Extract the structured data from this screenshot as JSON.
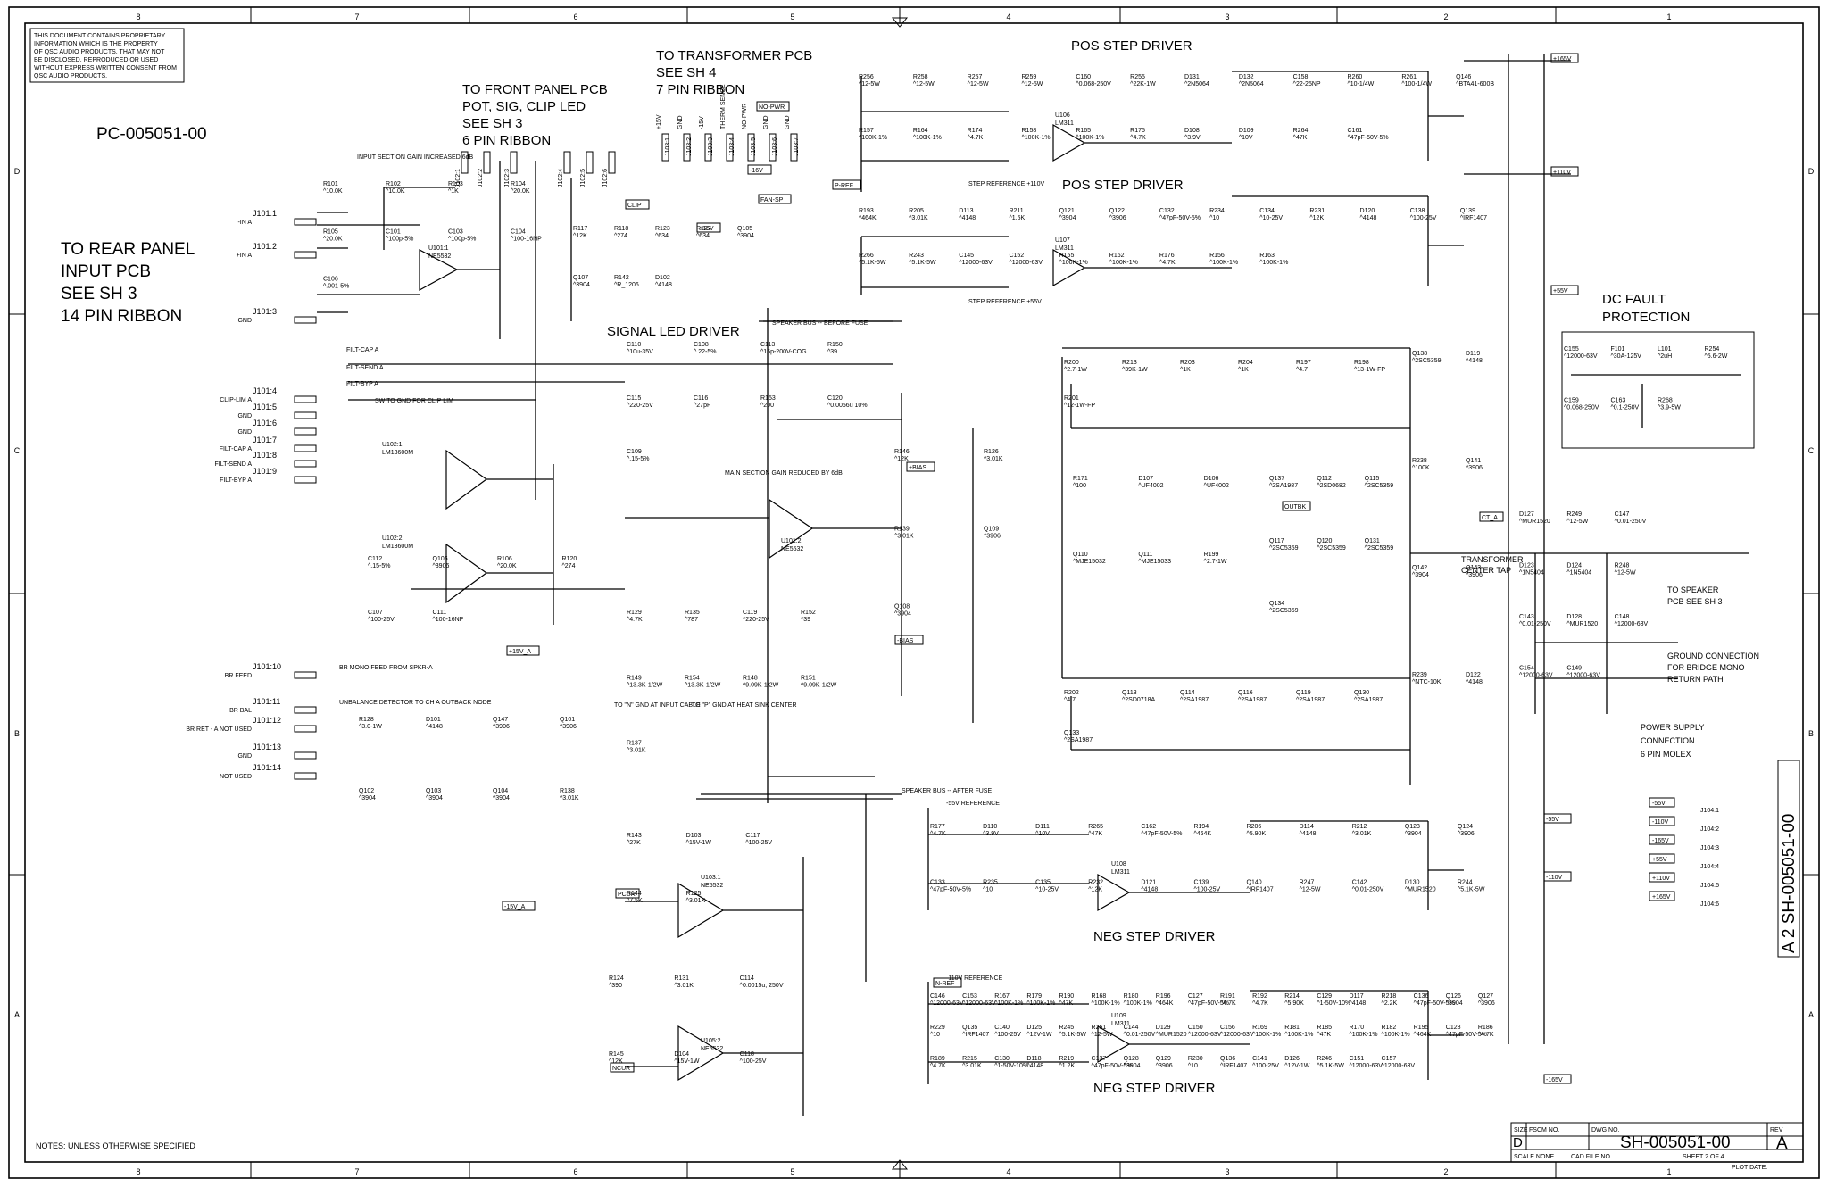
{
  "border": {
    "columns_top": [
      "8",
      "7",
      "6",
      "5",
      "4",
      "3",
      "2",
      "1"
    ],
    "rows_side": [
      "D",
      "C",
      "B",
      "A"
    ]
  },
  "notice": [
    "THIS DOCUMENT CONTAINS PROPRIETARY",
    "INFORMATION WHICH IS THE PROPERTY",
    "OF QSC AUDIO PRODUCTS, THAT MAY NOT",
    "BE DISCLOSED, REPRODUCED OR USED",
    "WITHOUT EXPRESS WRITTEN CONSENT FROM",
    "QSC AUDIO PRODUCTS."
  ],
  "part_number": "PC-005051-00",
  "section_titles": {
    "rear_panel": [
      "TO REAR PANEL",
      "INPUT PCB",
      "SEE SH 3",
      "14 PIN RIBBON"
    ],
    "front_panel": [
      "TO FRONT PANEL PCB",
      "POT, SIG, CLIP LED",
      "SEE SH 3",
      "6 PIN RIBBON"
    ],
    "transformer": [
      "TO TRANSFORMER PCB",
      "SEE SH 4",
      "7 PIN RIBBON"
    ],
    "signal_led": "SIGNAL LED DRIVER",
    "pos_step_1": "POS STEP DRIVER",
    "pos_step_2": "POS STEP DRIVER",
    "neg_step_1": "NEG STEP DRIVER",
    "neg_step_2": "NEG STEP DRIVER",
    "dc_fault": [
      "DC FAULT",
      "PROTECTION"
    ],
    "speaker": [
      "TO SPEAKER",
      "PCB SEE SH 3"
    ],
    "ground": [
      "GROUND CONNECTION",
      "FOR BRIDGE MONO",
      "RETURN PATH"
    ],
    "power_supply": [
      "POWER SUPPLY",
      "CONNECTION",
      "6 PIN MOLEX"
    ],
    "transformer_tap": [
      "TRANSFORMER",
      "CENTER TAP"
    ]
  },
  "rear_connector_pins": [
    {
      "pin": "J101:1",
      "net": "-IN A"
    },
    {
      "pin": "J101:2",
      "net": "+IN A"
    },
    {
      "pin": "J101:3",
      "net": "GND"
    },
    {
      "pin": "J101:4",
      "net": "CLIP-LIM A"
    },
    {
      "pin": "J101:5",
      "net": "GND"
    },
    {
      "pin": "J101:6",
      "net": "GND"
    },
    {
      "pin": "J101:7",
      "net": "FILT-CAP A"
    },
    {
      "pin": "J101:8",
      "net": "FILT-SEND A"
    },
    {
      "pin": "J101:9",
      "net": "FILT-BYP A"
    },
    {
      "pin": "J101:10",
      "net": "BR FEED"
    },
    {
      "pin": "J101:11",
      "net": "BR BAL"
    },
    {
      "pin": "J101:12",
      "net": "BR RET - A NOT USED"
    },
    {
      "pin": "J101:13",
      "net": "GND"
    },
    {
      "pin": "J101:14",
      "net": "NOT USED"
    }
  ],
  "front_connector_pins": [
    "J102:1",
    "J102:2",
    "J102:3",
    "J102:4",
    "J102:5",
    "J102:6"
  ],
  "transformer_pins": [
    {
      "pin": "J103:1",
      "net": "+15V"
    },
    {
      "pin": "J103:2",
      "net": "GND"
    },
    {
      "pin": "J103:3",
      "net": "-15V"
    },
    {
      "pin": "J103:4",
      "net": "THERM SENSE"
    },
    {
      "pin": "J103:5",
      "net": "NO-PWR"
    },
    {
      "pin": "J103:6",
      "net": "GND"
    },
    {
      "pin": "J103:7",
      "net": "GND"
    }
  ],
  "power_pins": [
    {
      "pin": "J104:1",
      "net": "-55V"
    },
    {
      "pin": "J104:2",
      "net": "-110V"
    },
    {
      "pin": "J104:3",
      "net": "-165V"
    },
    {
      "pin": "J104:4",
      "net": "+55V"
    },
    {
      "pin": "J104:5",
      "net": "+110V"
    },
    {
      "pin": "J104:6",
      "net": "+165V"
    }
  ],
  "wire_labels": {
    "filt_cap": "FILT-CAP A",
    "filt_send": "FILT-SEND A",
    "filt_byp": "FILT-BYP A",
    "sw_gnd": "SW TO GND FOR CLIP LIM",
    "br_mono": "BR MONO FEED FROM SPKR-A",
    "unbalance": "UNBALANCE DETECTOR TO CH A OUTBACK NODE",
    "input_gain": "INPUT SECTION GAIN INCREASED 6dB",
    "main_gain": "MAIN SECTION GAIN REDUCED BY 6dB",
    "spk_before": "SPEAKER BUS -- BEFORE FUSE",
    "spk_after": "SPEAKER BUS -- AFTER FUSE",
    "step_ref_110": "STEP REFERENCE +110V",
    "step_ref_55": "STEP REFERENCE +55V",
    "ref_m55": "-55V REFERENCE",
    "ref_m110": "-110V REFERENCE",
    "n_gnd": "TO \"N\" GND AT INPUT CABLE",
    "p_gnd": "TO \"P\" GND AT HEAT SINK CENTER"
  },
  "rails": [
    "+165V",
    "+110V",
    "+55V",
    "-55V",
    "-110V",
    "-165V"
  ],
  "flags": [
    "P-REF",
    "N-REF",
    "PCUR",
    "NCUR",
    "CLIP",
    "FAN-SP",
    "NO-PWR",
    "+BIAS",
    "-BIAS",
    "OUTBK",
    "CT_A",
    "+15V_A",
    "-15V_A",
    "+16V",
    "-16V"
  ],
  "ics": [
    {
      "ref": "U101:1",
      "part": "NE5532"
    },
    {
      "ref": "U101:2",
      "part": "NE5532"
    },
    {
      "ref": "U102:1",
      "part": "LM13600M"
    },
    {
      "ref": "U102:2",
      "part": "LM13600M"
    },
    {
      "ref": "U103:1",
      "part": "NE5532"
    },
    {
      "ref": "U105:2",
      "part": "NE5532"
    },
    {
      "ref": "U106",
      "part": "LM311"
    },
    {
      "ref": "U107",
      "part": "LM311"
    },
    {
      "ref": "U108",
      "part": "LM311"
    },
    {
      "ref": "U109",
      "part": "LM311"
    }
  ],
  "components": [
    {
      "ref": "R101",
      "val": "10.0K"
    },
    {
      "ref": "R102",
      "val": "10.0K"
    },
    {
      "ref": "R103",
      "val": "1K"
    },
    {
      "ref": "R104",
      "val": "20.0K"
    },
    {
      "ref": "R105",
      "val": "20.0K"
    },
    {
      "ref": "C101",
      "val": "100p-5%"
    },
    {
      "ref": "C103",
      "val": "100p-5%"
    },
    {
      "ref": "C104",
      "val": "100-16NP"
    },
    {
      "ref": "C106",
      "val": ".001-5%"
    },
    {
      "ref": "R117",
      "val": "12K"
    },
    {
      "ref": "R118",
      "val": "274"
    },
    {
      "ref": "R123",
      "val": "634"
    },
    {
      "ref": "R127",
      "val": "634"
    },
    {
      "ref": "Q105",
      "val": "3904"
    },
    {
      "ref": "Q107",
      "val": "3904"
    },
    {
      "ref": "R142",
      "val": "R_1206"
    },
    {
      "ref": "D102",
      "val": "4148"
    },
    {
      "ref": "C110",
      "val": "10u-35V"
    },
    {
      "ref": "C108",
      "val": ".22-5%"
    },
    {
      "ref": "C113",
      "val": "15p-200V-COG"
    },
    {
      "ref": "R150",
      "val": "39"
    },
    {
      "ref": "C115",
      "val": "220-25V"
    },
    {
      "ref": "C116",
      "val": "27pF"
    },
    {
      "ref": "R153",
      "val": "200"
    },
    {
      "ref": "C120",
      "val": "0.0056u 10%"
    },
    {
      "ref": "C109",
      "val": ".15-5%"
    },
    {
      "ref": "C112",
      "val": ".15-5%"
    },
    {
      "ref": "Q106",
      "val": "3906"
    },
    {
      "ref": "R106",
      "val": "20.0K"
    },
    {
      "ref": "R120",
      "val": "274"
    },
    {
      "ref": "C107",
      "val": "100-25V"
    },
    {
      "ref": "C111",
      "val": "100-16NP"
    },
    {
      "ref": "R129",
      "val": "4.7K"
    },
    {
      "ref": "R135",
      "val": "787"
    },
    {
      "ref": "C119",
      "val": "220-25V"
    },
    {
      "ref": "R152",
      "val": "39"
    },
    {
      "ref": "R149",
      "val": "13.3K-1/2W"
    },
    {
      "ref": "R154",
      "val": "13.3K-1/2W"
    },
    {
      "ref": "R148",
      "val": "9.09K-1/2W"
    },
    {
      "ref": "R151",
      "val": "9.09K-1/2W"
    },
    {
      "ref": "R137",
      "val": "3.01K"
    },
    {
      "ref": "R128",
      "val": "3.0-1W"
    },
    {
      "ref": "D101",
      "val": "4148"
    },
    {
      "ref": "Q147",
      "val": "3906"
    },
    {
      "ref": "Q101",
      "val": "3906"
    },
    {
      "ref": "Q102",
      "val": "3904"
    },
    {
      "ref": "Q103",
      "val": "3904"
    },
    {
      "ref": "Q104",
      "val": "3904"
    },
    {
      "ref": "R138",
      "val": "3.01K"
    },
    {
      "ref": "R143",
      "val": "27K"
    },
    {
      "ref": "D103",
      "val": "15V-1W"
    },
    {
      "ref": "C117",
      "val": "100-25V"
    },
    {
      "ref": "R144",
      "val": "7.5K"
    },
    {
      "ref": "R125",
      "val": "3.01K"
    },
    {
      "ref": "R124",
      "val": "390"
    },
    {
      "ref": "R131",
      "val": "3.01K"
    },
    {
      "ref": "C114",
      "val": "0.0015u, 250V"
    },
    {
      "ref": "R145",
      "val": "12K"
    },
    {
      "ref": "D104",
      "val": "15V-1W"
    },
    {
      "ref": "C118",
      "val": "100-25V"
    },
    {
      "ref": "R146",
      "val": "12K"
    },
    {
      "ref": "R126",
      "val": "3.01K"
    },
    {
      "ref": "R139",
      "val": "3.01K"
    },
    {
      "ref": "Q109",
      "val": "3906"
    },
    {
      "ref": "Q108",
      "val": "3904"
    },
    {
      "ref": "R171",
      "val": "100"
    },
    {
      "ref": "D107",
      "val": "UF4002"
    },
    {
      "ref": "D106",
      "val": "UF4002"
    },
    {
      "ref": "Q110",
      "val": "MJE15032"
    },
    {
      "ref": "Q111",
      "val": "MJE15033"
    },
    {
      "ref": "R199",
      "val": "2.7-1W"
    },
    {
      "ref": "R200",
      "val": "2.7-1W"
    },
    {
      "ref": "R213",
      "val": "39K-1W"
    },
    {
      "ref": "R203",
      "val": "1K"
    },
    {
      "ref": "R204",
      "val": "1K"
    },
    {
      "ref": "R197",
      "val": "4.7"
    },
    {
      "ref": "R198",
      "val": "13-1W-FP"
    },
    {
      "ref": "R201",
      "val": "12-1W-FP"
    },
    {
      "ref": "R202",
      "val": "4.7"
    },
    {
      "ref": "Q113",
      "val": "2SD0718A"
    },
    {
      "ref": "Q114",
      "val": "2SA1987"
    },
    {
      "ref": "Q116",
      "val": "2SA1987"
    },
    {
      "ref": "Q119",
      "val": "2SA1987"
    },
    {
      "ref": "Q130",
      "val": "2SA1987"
    },
    {
      "ref": "Q133",
      "val": "2SA1987"
    },
    {
      "ref": "Q137",
      "val": "2SA1987"
    },
    {
      "ref": "Q112",
      "val": "2SD0682"
    },
    {
      "ref": "Q115",
      "val": "2SC5359"
    },
    {
      "ref": "Q117",
      "val": "2SC5359"
    },
    {
      "ref": "Q120",
      "val": "2SC5359"
    },
    {
      "ref": "Q131",
      "val": "2SC5359"
    },
    {
      "ref": "Q134",
      "val": "2SC5359"
    },
    {
      "ref": "Q138",
      "val": "2SC5359"
    },
    {
      "ref": "D119",
      "val": "4148"
    },
    {
      "ref": "R238",
      "val": "100K"
    },
    {
      "ref": "Q141",
      "val": "3906"
    },
    {
      "ref": "Q142",
      "val": "3904"
    },
    {
      "ref": "Q143",
      "val": "3906"
    },
    {
      "ref": "R239",
      "val": "NTC-10K"
    },
    {
      "ref": "D122",
      "val": "4148"
    },
    {
      "ref": "D127",
      "val": "MUR1520"
    },
    {
      "ref": "R249",
      "val": "12-5W"
    },
    {
      "ref": "C147",
      "val": "0.01-250V"
    },
    {
      "ref": "D123",
      "val": "1N5404"
    },
    {
      "ref": "D124",
      "val": "1N5404"
    },
    {
      "ref": "R248",
      "val": "12-5W"
    },
    {
      "ref": "C143",
      "val": "0.01-250V"
    },
    {
      "ref": "D128",
      "val": "MUR1520"
    },
    {
      "ref": "C148",
      "val": "12000-63V"
    },
    {
      "ref": "C154",
      "val": "12000-63V"
    },
    {
      "ref": "C149",
      "val": "12000-63V"
    },
    {
      "ref": "C155",
      "val": "12000-63V"
    },
    {
      "ref": "F101",
      "val": "30A-125V"
    },
    {
      "ref": "L101",
      "val": "2uH"
    },
    {
      "ref": "R254",
      "val": "5.6-2W"
    },
    {
      "ref": "C159",
      "val": "0.068-250V"
    },
    {
      "ref": "C163",
      "val": "0.1-250V"
    },
    {
      "ref": "R268",
      "val": "3.9-5W"
    },
    {
      "ref": "R256",
      "val": "12-5W"
    },
    {
      "ref": "R258",
      "val": "12-5W"
    },
    {
      "ref": "R257",
      "val": "12-5W"
    },
    {
      "ref": "R259",
      "val": "12-5W"
    },
    {
      "ref": "C160",
      "val": "0.068-250V"
    },
    {
      "ref": "R255",
      "val": "22K-1W"
    },
    {
      "ref": "D131",
      "val": "2N5064"
    },
    {
      "ref": "D132",
      "val": "2N5064"
    },
    {
      "ref": "C158",
      "val": "22-25NP"
    },
    {
      "ref": "R260",
      "val": "10-1/4W"
    },
    {
      "ref": "R261",
      "val": "100-1/4W"
    },
    {
      "ref": "Q146",
      "val": "BTA41-600B"
    },
    {
      "ref": "R157",
      "val": "100K-1%"
    },
    {
      "ref": "R164",
      "val": "100K-1%"
    },
    {
      "ref": "R174",
      "val": "4.7K"
    },
    {
      "ref": "R158",
      "val": "100K-1%"
    },
    {
      "ref": "R165",
      "val": "100K-1%"
    },
    {
      "ref": "R175",
      "val": "4.7K"
    },
    {
      "ref": "D108",
      "val": "3.9V"
    },
    {
      "ref": "D109",
      "val": "10V"
    },
    {
      "ref": "R264",
      "val": "47K"
    },
    {
      "ref": "C161",
      "val": "47pF-50V-5%"
    },
    {
      "ref": "R193",
      "val": "464K"
    },
    {
      "ref": "R205",
      "val": "3.01K"
    },
    {
      "ref": "D113",
      "val": "4148"
    },
    {
      "ref": "R211",
      "val": "1.5K"
    },
    {
      "ref": "Q121",
      "val": "3904"
    },
    {
      "ref": "Q122",
      "val": "3906"
    },
    {
      "ref": "C132",
      "val": "47pF-50V-5%"
    },
    {
      "ref": "R234",
      "val": "10"
    },
    {
      "ref": "C134",
      "val": "10-25V"
    },
    {
      "ref": "R231",
      "val": "12K"
    },
    {
      "ref": "D120",
      "val": "4148"
    },
    {
      "ref": "C138",
      "val": "100-25V"
    },
    {
      "ref": "Q139",
      "val": "IRF1407"
    },
    {
      "ref": "R266",
      "val": "5.1K-5W"
    },
    {
      "ref": "R243",
      "val": "5.1K-5W"
    },
    {
      "ref": "C145",
      "val": "12000-63V"
    },
    {
      "ref": "C152",
      "val": "12000-63V"
    },
    {
      "ref": "R155",
      "val": "100K-1%"
    },
    {
      "ref": "R162",
      "val": "100K-1%"
    },
    {
      "ref": "R176",
      "val": "4.7K"
    },
    {
      "ref": "R156",
      "val": "100K-1%"
    },
    {
      "ref": "R163",
      "val": "100K-1%"
    },
    {
      "ref": "R177",
      "val": "4.7K"
    },
    {
      "ref": "D110",
      "val": "3.9V"
    },
    {
      "ref": "D111",
      "val": "10V"
    },
    {
      "ref": "R265",
      "val": "47K"
    },
    {
      "ref": "C162",
      "val": "47pF-50V-5%"
    },
    {
      "ref": "R194",
      "val": "464K"
    },
    {
      "ref": "R206",
      "val": "5.90K"
    },
    {
      "ref": "D114",
      "val": "4148"
    },
    {
      "ref": "R212",
      "val": "3.01K"
    },
    {
      "ref": "Q123",
      "val": "3904"
    },
    {
      "ref": "Q124",
      "val": "3906"
    },
    {
      "ref": "C133",
      "val": "47pF-50V-5%"
    },
    {
      "ref": "R235",
      "val": "10"
    },
    {
      "ref": "C135",
      "val": "10-25V"
    },
    {
      "ref": "R232",
      "val": "12K"
    },
    {
      "ref": "D121",
      "val": "4148"
    },
    {
      "ref": "C139",
      "val": "100-25V"
    },
    {
      "ref": "Q140",
      "val": "IRF1407"
    },
    {
      "ref": "R247",
      "val": "12-5W"
    },
    {
      "ref": "C142",
      "val": "0.01-250V"
    },
    {
      "ref": "D130",
      "val": "MUR1520"
    },
    {
      "ref": "R244",
      "val": "5.1K-5W"
    },
    {
      "ref": "C146",
      "val": "12000-63V"
    },
    {
      "ref": "C153",
      "val": "12000-63V"
    },
    {
      "ref": "R167",
      "val": "100K-1%"
    },
    {
      "ref": "R179",
      "val": "100K-1%"
    },
    {
      "ref": "R190",
      "val": "47K"
    },
    {
      "ref": "R168",
      "val": "100K-1%"
    },
    {
      "ref": "R180",
      "val": "100K-1%"
    },
    {
      "ref": "R196",
      "val": "464K"
    },
    {
      "ref": "C127",
      "val": "47pF-50V-5%"
    },
    {
      "ref": "R191",
      "val": "4.7K"
    },
    {
      "ref": "R192",
      "val": "4.7K"
    },
    {
      "ref": "R214",
      "val": "5.90K"
    },
    {
      "ref": "C129",
      "val": "1-50V-10%"
    },
    {
      "ref": "D117",
      "val": "4148"
    },
    {
      "ref": "R218",
      "val": "2.2K"
    },
    {
      "ref": "C136",
      "val": "47pF-50V-5%"
    },
    {
      "ref": "Q126",
      "val": "3904"
    },
    {
      "ref": "Q127",
      "val": "3906"
    },
    {
      "ref": "R229",
      "val": "10"
    },
    {
      "ref": "Q135",
      "val": "IRF1407"
    },
    {
      "ref": "C140",
      "val": "100-25V"
    },
    {
      "ref": "D125",
      "val": "12V-1W"
    },
    {
      "ref": "R245",
      "val": "5.1K-5W"
    },
    {
      "ref": "R251",
      "val": "12-5W"
    },
    {
      "ref": "C144",
      "val": "0.01-250V"
    },
    {
      "ref": "D129",
      "val": "MUR1520"
    },
    {
      "ref": "C150",
      "val": "12000-63V"
    },
    {
      "ref": "C156",
      "val": "12000-63V"
    },
    {
      "ref": "R169",
      "val": "100K-1%"
    },
    {
      "ref": "R181",
      "val": "100K-1%"
    },
    {
      "ref": "R185",
      "val": "47K"
    },
    {
      "ref": "R170",
      "val": "100K-1%"
    },
    {
      "ref": "R182",
      "val": "100K-1%"
    },
    {
      "ref": "R195",
      "val": "464K"
    },
    {
      "ref": "C128",
      "val": "47pF-50V-5%"
    },
    {
      "ref": "R186",
      "val": "4.7K"
    },
    {
      "ref": "R189",
      "val": "4.7K"
    },
    {
      "ref": "R215",
      "val": "3.01K"
    },
    {
      "ref": "C130",
      "val": "1-50V-10%"
    },
    {
      "ref": "D118",
      "val": "4148"
    },
    {
      "ref": "R219",
      "val": "1.2K"
    },
    {
      "ref": "C137",
      "val": "47pF-50V-5%"
    },
    {
      "ref": "Q128",
      "val": "3904"
    },
    {
      "ref": "Q129",
      "val": "3906"
    },
    {
      "ref": "R230",
      "val": "10"
    },
    {
      "ref": "Q136",
      "val": "IRF1407"
    },
    {
      "ref": "C141",
      "val": "100-25V"
    },
    {
      "ref": "D126",
      "val": "12V-1W"
    },
    {
      "ref": "R246",
      "val": "5.1K-5W"
    },
    {
      "ref": "C151",
      "val": "12000-63V"
    },
    {
      "ref": "C157",
      "val": "12000-63V"
    }
  ],
  "title_block": {
    "size_label": "SIZE",
    "size": "D",
    "fscm_label": "FSCM NO.",
    "dwg_label": "DWG NO.",
    "dwg_no": "SH-005051-00",
    "rev_label": "REV",
    "rev": "A",
    "scale": "SCALE NONE",
    "cad": "CAD FILE NO.",
    "sheet": "SHEET 2 OF 4",
    "plot": "PLOT DATE:"
  },
  "side_stamp": {
    "rev": "A",
    "n": "2",
    "dwg": "SH-005051-00"
  },
  "notes": "NOTES: UNLESS OTHERWISE SPECIFIED"
}
